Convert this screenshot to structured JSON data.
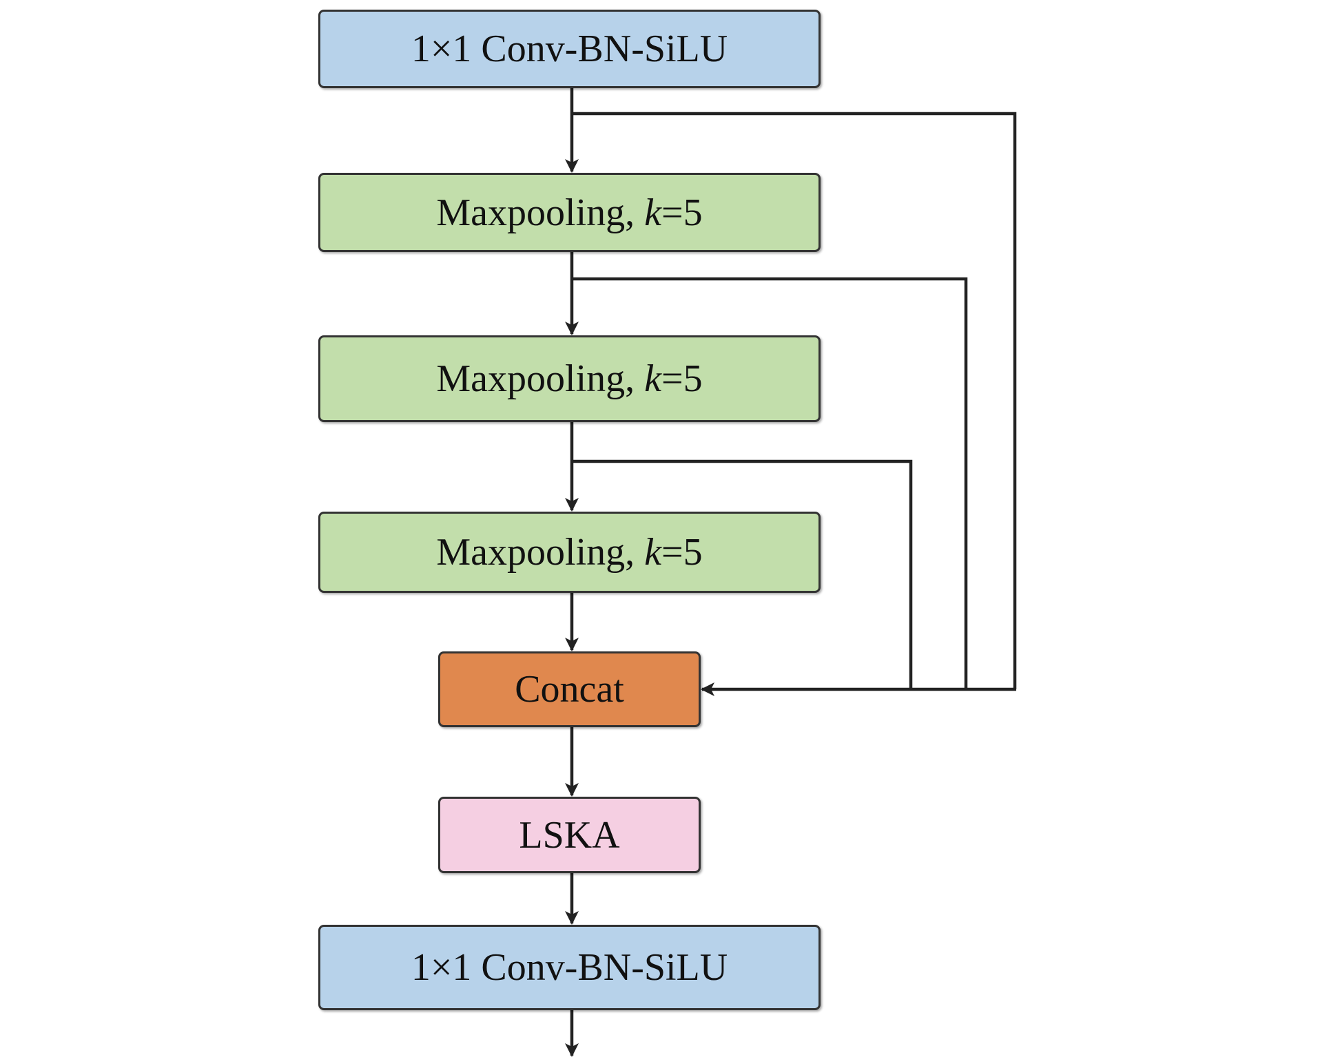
{
  "nodes": {
    "conv_top": {
      "label": "1×1 Conv-BN-SiLU",
      "color": "#b7d2ea"
    },
    "pool_1": {
      "label_prefix": "Maxpooling, ",
      "param": "k",
      "label_suffix": "=5",
      "color": "#c2deab"
    },
    "pool_2": {
      "label_prefix": "Maxpooling, ",
      "param": "k",
      "label_suffix": "=5",
      "color": "#c2deab"
    },
    "pool_3": {
      "label_prefix": "Maxpooling, ",
      "param": "k",
      "label_suffix": "=5",
      "color": "#c2deab"
    },
    "concat": {
      "label": "Concat",
      "color": "#e0884e"
    },
    "lska": {
      "label": "LSKA",
      "color": "#f5cfe2"
    },
    "conv_bottom": {
      "label": "1×1 Conv-BN-SiLU",
      "color": "#b7d2ea"
    }
  },
  "edges": [
    {
      "from": "conv_top",
      "to": "pool_1"
    },
    {
      "from": "pool_1",
      "to": "pool_2"
    },
    {
      "from": "pool_2",
      "to": "pool_3"
    },
    {
      "from": "pool_3",
      "to": "concat"
    },
    {
      "from": "conv_top",
      "to": "concat",
      "type": "skip"
    },
    {
      "from": "pool_1",
      "to": "concat",
      "type": "skip"
    },
    {
      "from": "pool_2",
      "to": "concat",
      "type": "skip"
    },
    {
      "from": "concat",
      "to": "lska"
    },
    {
      "from": "lska",
      "to": "conv_bottom"
    },
    {
      "from": "conv_bottom",
      "to": "output"
    }
  ],
  "line_color": "#222222"
}
